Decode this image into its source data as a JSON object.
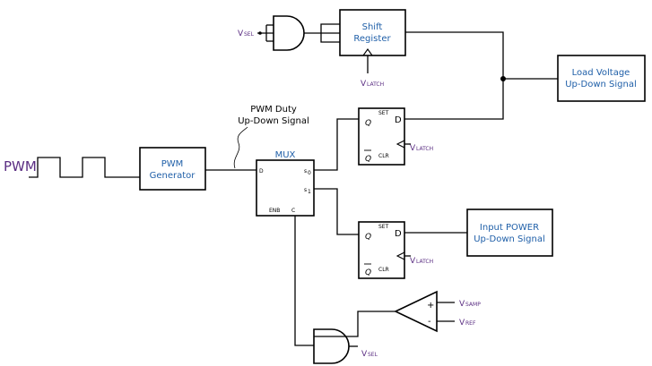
{
  "colors": {
    "label_blue": "#1f5fa8",
    "signal_purple": "#5a2d82",
    "line": "#000000"
  },
  "pwm_input": {
    "label": "PWM"
  },
  "pwm_generator": {
    "line1": "PWM",
    "line2": "Generator"
  },
  "duty_annotation": {
    "line1": "PWM Duty",
    "line2": "Up-Down Signal"
  },
  "mux": {
    "title": "MUX",
    "pin_d": "D",
    "pin_s0": "s",
    "pin_s0_sub": "0",
    "pin_s1": "s",
    "pin_s1_sub": "1",
    "pin_enb": "ENB",
    "pin_c": "C"
  },
  "shift_register": {
    "line1": "Shift",
    "line2": "Register"
  },
  "load_voltage": {
    "line1": "Load Voltage",
    "line2": "Up-Down Signal"
  },
  "input_power": {
    "line1": "Input POWER",
    "line2": "Up-Down Signal"
  },
  "flipflop_top": {
    "q": "Q",
    "qbar": "Q",
    "d": "D",
    "set": "SET",
    "clr": "CLR"
  },
  "flipflop_bottom": {
    "q": "Q",
    "qbar": "Q",
    "d": "D",
    "set": "SET",
    "clr": "CLR"
  },
  "signals": {
    "vsel_main": "V",
    "vsel_sub": "SEL",
    "vlatch_main": "V",
    "vlatch_sub": "LATCH",
    "vsamp_main": "V",
    "vsamp_sub": "SAMP",
    "vref_main": "V",
    "vref_sub": "REF"
  },
  "comparator": {
    "plus": "+",
    "minus": "-"
  }
}
